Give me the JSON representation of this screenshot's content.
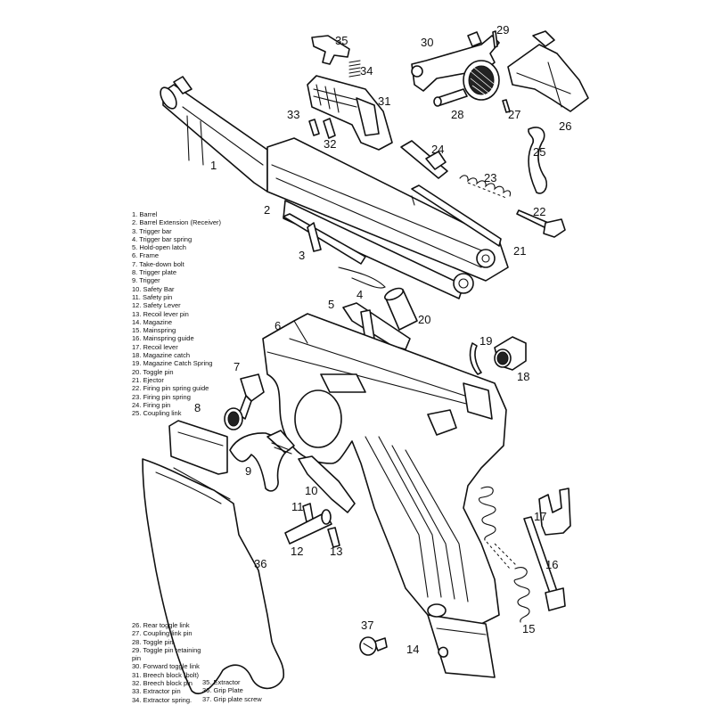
{
  "callouts": [
    "1",
    "2",
    "3",
    "4",
    "5",
    "6",
    "7",
    "8",
    "9",
    "10",
    "11",
    "12",
    "13",
    "14",
    "15",
    "16",
    "17",
    "18",
    "19",
    "20",
    "21",
    "22",
    "23",
    "24",
    "25",
    "26",
    "27",
    "28",
    "29",
    "30",
    "31",
    "32",
    "33",
    "34",
    "35",
    "36",
    "37"
  ],
  "legend_main": [
    "1. Barrel",
    "2. Barrel Extension (Receiver)",
    "3. Trigger bar",
    "4. Trigger bar spring",
    "5. Hold-open latch",
    "6. Frame",
    "7. Take-down bolt",
    "8. Trigger plate",
    "9. Trigger",
    "10. Safety Bar",
    "11. Safety pin",
    "12. Safety Lever",
    "13. Recoil lever pin",
    "14. Magazine",
    "15. Mainspring",
    "16. Mainspring guide",
    "17. Recoil lever",
    "18. Magazine catch",
    "19. Magazine Catch Spring",
    "20. Toggle pin",
    "21. Ejector",
    "22. Firing pin spring guide",
    "23. Firing pin spring",
    "24. Firing pin",
    "25. Coupling link"
  ],
  "legend_bottom_left": [
    "26. Rear toggle link",
    "27. Coupling link pin",
    "28. Toggle pin",
    "29. Toggle pin retaining pin",
    "30. Forward toggle link",
    "31. Breech block (bolt)",
    "32. Breech block pin",
    "33. Extractor pin",
    "34. Extractor spring."
  ],
  "legend_bottom_right": [
    "35. Extractor",
    "36. Grip Plate",
    "37. Grip plate screw"
  ]
}
